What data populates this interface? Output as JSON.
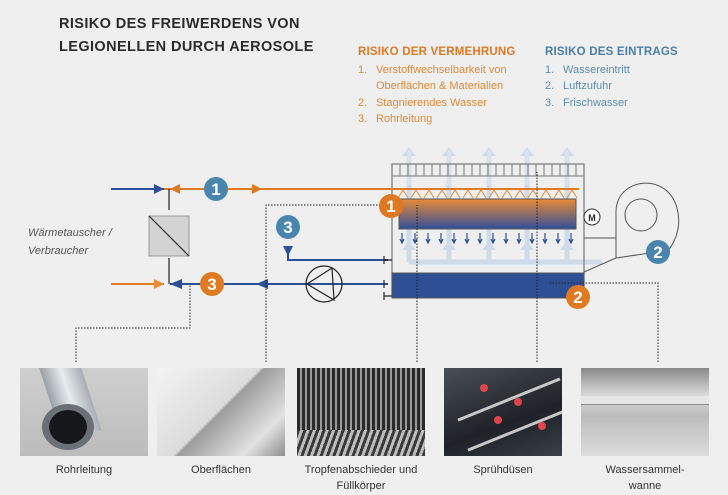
{
  "title": {
    "line1": "RISIKO DES FREIWERDENS VON",
    "line2": "LEGIONELLEN DURCH AEROSOLE"
  },
  "legend_vermehrung": {
    "heading": "RISIKO DER VERMEHRUNG",
    "color": "#e07a22",
    "items": [
      {
        "num": "1.",
        "text": "Verstoffwechselbarkeit von",
        "text2": "Oberflächen & Materialien"
      },
      {
        "num": "2.",
        "text": "Stagnierendes Wasser"
      },
      {
        "num": "3.",
        "text": "Rohrleitung"
      }
    ]
  },
  "legend_eintrag": {
    "heading": "RISIKO DES EINTRAGS",
    "color": "#4a7ea8",
    "items": [
      {
        "num": "1.",
        "text": "Wassereintritt"
      },
      {
        "num": "2.",
        "text": "Luftzufuhr"
      },
      {
        "num": "3.",
        "text": "Frischwasser"
      }
    ]
  },
  "diagram": {
    "heat_exchanger_label_line1": "Wärmetauscher /",
    "heat_exchanger_label_line2": "Verbraucher",
    "motor_label": "M",
    "badges": {
      "blue_1": "1",
      "blue_2": "2",
      "blue_3": "3",
      "orange_1": "1",
      "orange_2": "2",
      "orange_3": "3"
    },
    "colors": {
      "orange": "#e07a22",
      "blue_badge": "#4a85ad",
      "pipe_blue": "#2d4f9a",
      "basin": "#2f4f95"
    }
  },
  "photos": [
    {
      "caption": "Rohrleitung"
    },
    {
      "caption": "Oberflächen"
    },
    {
      "caption": "Tropfenabschieder und",
      "caption2": "Füllkörper"
    },
    {
      "caption": "Sprühdüsen"
    },
    {
      "caption": "Wassersammel-",
      "caption2": "wanne"
    }
  ]
}
